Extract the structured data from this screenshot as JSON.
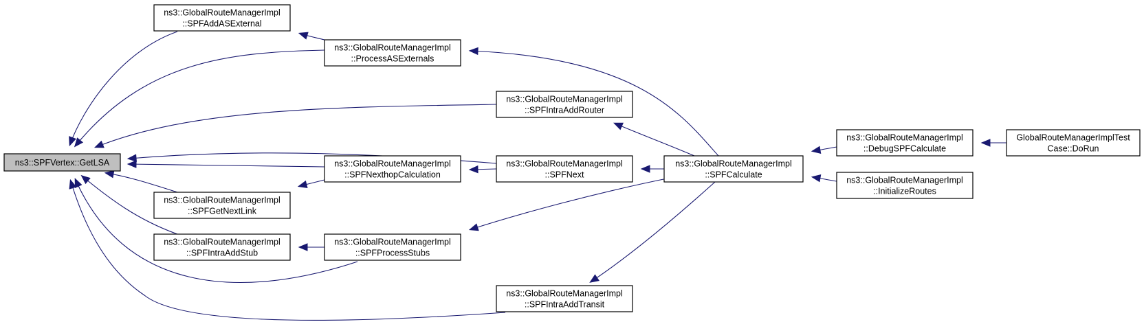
{
  "nodes": {
    "getlsa": {
      "lines": [
        "ns3::SPFVertex::GetLSA"
      ]
    },
    "spfaddasexternal": {
      "lines": [
        "ns3::GlobalRouteManagerImpl",
        "::SPFAddASExternal"
      ]
    },
    "processasexternals": {
      "lines": [
        "ns3::GlobalRouteManagerImpl",
        "::ProcessASExternals"
      ]
    },
    "spfintraaddrouter": {
      "lines": [
        "ns3::GlobalRouteManagerImpl",
        "::SPFIntraAddRouter"
      ]
    },
    "spfnexthopcalculation": {
      "lines": [
        "ns3::GlobalRouteManagerImpl",
        "::SPFNexthopCalculation"
      ]
    },
    "spfnext": {
      "lines": [
        "ns3::GlobalRouteManagerImpl",
        "::SPFNext"
      ]
    },
    "spfgetnextlink": {
      "lines": [
        "ns3::GlobalRouteManagerImpl",
        "::SPFGetNextLink"
      ]
    },
    "spfintraaddstub": {
      "lines": [
        "ns3::GlobalRouteManagerImpl",
        "::SPFIntraAddStub"
      ]
    },
    "spfprocessstubs": {
      "lines": [
        "ns3::GlobalRouteManagerImpl",
        "::SPFProcessStubs"
      ]
    },
    "spfintraaddtransit": {
      "lines": [
        "ns3::GlobalRouteManagerImpl",
        "::SPFIntraAddTransit"
      ]
    },
    "spfcalculate": {
      "lines": [
        "ns3::GlobalRouteManagerImpl",
        "::SPFCalculate"
      ]
    },
    "debugspfcalculate": {
      "lines": [
        "ns3::GlobalRouteManagerImpl",
        "::DebugSPFCalculate"
      ]
    },
    "initializeroutes": {
      "lines": [
        "ns3::GlobalRouteManagerImpl",
        "::InitializeRoutes"
      ]
    },
    "testcasedorun": {
      "lines": [
        "GlobalRouteManagerImplTest",
        "Case::DoRun"
      ]
    }
  },
  "edges": [
    {
      "from": "spfaddasexternal",
      "to": "getlsa"
    },
    {
      "from": "processasexternals",
      "to": "getlsa"
    },
    {
      "from": "spfintraaddrouter",
      "to": "getlsa"
    },
    {
      "from": "spfnext",
      "to": "getlsa"
    },
    {
      "from": "spfnexthopcalculation",
      "to": "getlsa"
    },
    {
      "from": "spfgetnextlink",
      "to": "getlsa"
    },
    {
      "from": "spfintraaddstub",
      "to": "getlsa"
    },
    {
      "from": "spfprocessstubs",
      "to": "getlsa"
    },
    {
      "from": "spfintraaddtransit",
      "to": "getlsa"
    },
    {
      "from": "processasexternals",
      "to": "spfaddasexternal"
    },
    {
      "from": "spfnexthopcalculation",
      "to": "spfgetnextlink"
    },
    {
      "from": "spfprocessstubs",
      "to": "spfintraaddstub"
    },
    {
      "from": "spfcalculate",
      "to": "processasexternals"
    },
    {
      "from": "spfnext",
      "to": "spfnexthopcalculation"
    },
    {
      "from": "spfcalculate",
      "to": "spfprocessstubs"
    },
    {
      "from": "spfcalculate",
      "to": "spfintraaddrouter"
    },
    {
      "from": "spfcalculate",
      "to": "spfnext"
    },
    {
      "from": "spfcalculate",
      "to": "spfintraaddtransit"
    },
    {
      "from": "debugspfcalculate",
      "to": "spfcalculate"
    },
    {
      "from": "initializeroutes",
      "to": "spfcalculate"
    },
    {
      "from": "testcasedorun",
      "to": "debugspfcalculate"
    }
  ]
}
